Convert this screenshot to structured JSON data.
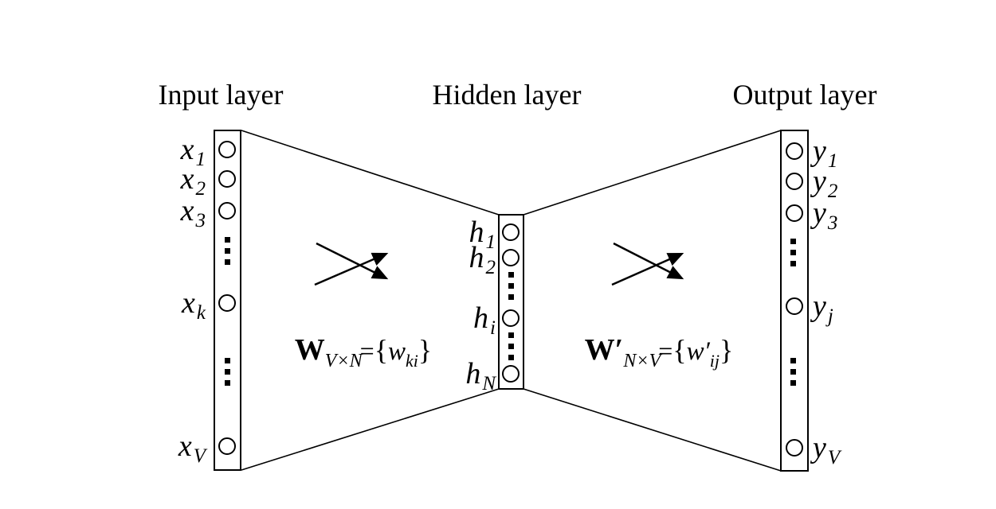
{
  "figure": {
    "colors": {
      "background": "#ffffff",
      "stroke": "#000000"
    },
    "layers": {
      "input": {
        "title": "Input layer",
        "nodes": [
          {
            "base": "x",
            "sub": "1"
          },
          {
            "base": "x",
            "sub": "2"
          },
          {
            "base": "x",
            "sub": "3"
          },
          {
            "base": "x",
            "sub": "k"
          },
          {
            "base": "x",
            "sub": "V"
          }
        ]
      },
      "hidden": {
        "title": "Hidden layer",
        "nodes": [
          {
            "base": "h",
            "sub": "1"
          },
          {
            "base": "h",
            "sub": "2"
          },
          {
            "base": "h",
            "sub": "i"
          },
          {
            "base": "h",
            "sub": "N"
          }
        ]
      },
      "output": {
        "title": "Output layer",
        "nodes": [
          {
            "base": "y",
            "sub": "1"
          },
          {
            "base": "y",
            "sub": "2"
          },
          {
            "base": "y",
            "sub": "3"
          },
          {
            "base": "y",
            "sub": "j"
          },
          {
            "base": "y",
            "sub": "V"
          }
        ]
      }
    },
    "weight_labels": {
      "input_to_hidden": {
        "matrix": "W",
        "matrix_sub": "V×N",
        "equals": "=",
        "open_brace": "{",
        "element": "w",
        "element_sub": "ki",
        "close_brace": "}"
      },
      "hidden_to_output": {
        "matrix": "W′",
        "matrix_sub": "N×V",
        "equals": "=",
        "open_brace": "{",
        "element": "w′",
        "element_sub": "ij",
        "close_brace": "}"
      }
    }
  }
}
